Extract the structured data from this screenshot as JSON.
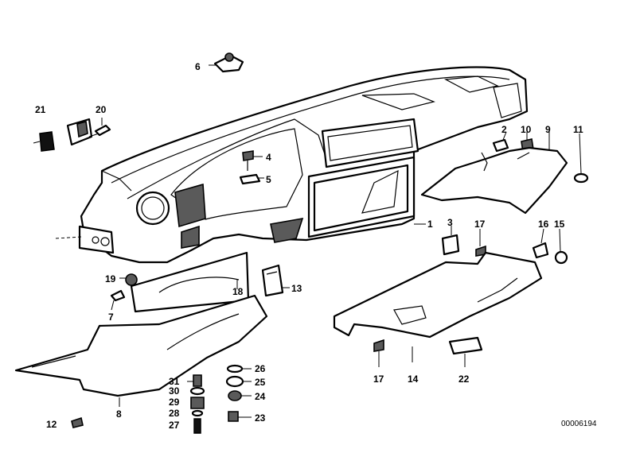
{
  "callouts": {
    "c1": "1",
    "c2": "2",
    "c3": "3",
    "c4": "4",
    "c5": "5",
    "c6": "6",
    "c7": "7",
    "c8": "8",
    "c9": "9",
    "c10": "10",
    "c11": "11",
    "c13": "13",
    "c14": "14",
    "c15": "15",
    "c16": "16",
    "c17a": "17",
    "c17b": "17",
    "c18": "18",
    "c19": "19",
    "c20": "20",
    "c21": "21",
    "c22": "22",
    "c23": "23",
    "c24": "24",
    "c25": "25",
    "c26": "26",
    "c27": "27",
    "c28": "28",
    "c29": "29",
    "c30": "30",
    "c31": "31",
    "c12": "12"
  },
  "reference_number": "00006194"
}
